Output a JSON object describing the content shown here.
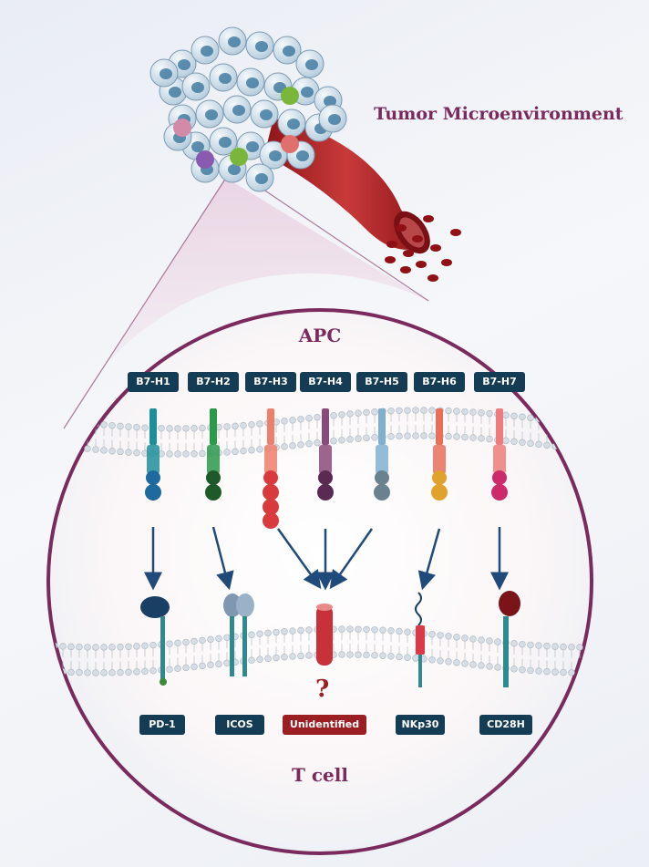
{
  "title": "Tumor Microenvironment",
  "apc_label": "APC",
  "tcell_label": "T cell",
  "unknown_mark": "?",
  "apc_ligands": [
    {
      "label": "B7-H1",
      "color": "#1e8f9a",
      "head": "#1c6a9e"
    },
    {
      "label": "B7-H2",
      "color": "#2a9a4a",
      "head": "#1d5a28"
    },
    {
      "label": "B7-H3",
      "color": "#ee7f6b",
      "head": "#d83a3e"
    },
    {
      "label": "B7-H4",
      "color": "#8a4a7a",
      "head": "#5a2a52"
    },
    {
      "label": "B7-H5",
      "color": "#7fb0d0",
      "head": "#6a8290"
    },
    {
      "label": "B7-H6",
      "color": "#e8705a",
      "head": "#e0a22a"
    },
    {
      "label": "B7-H7",
      "color": "#ef7c7c",
      "head": "#cc2a6a"
    }
  ],
  "tcell_receptors": [
    {
      "label": "PD-1",
      "color": "#153c55"
    },
    {
      "label": "ICOS",
      "color": "#153c55"
    },
    {
      "label": "Unidentified",
      "color": "#9a1e22"
    },
    {
      "label": "NKp30",
      "color": "#153c55"
    },
    {
      "label": "CD28H",
      "color": "#153c55"
    }
  ],
  "colors": {
    "accent": "#7b2a5e",
    "label_dark": "#153c55",
    "label_red": "#9a1e22",
    "arrow": "#1f4a7a",
    "circle_border": "#7b2a5e"
  }
}
